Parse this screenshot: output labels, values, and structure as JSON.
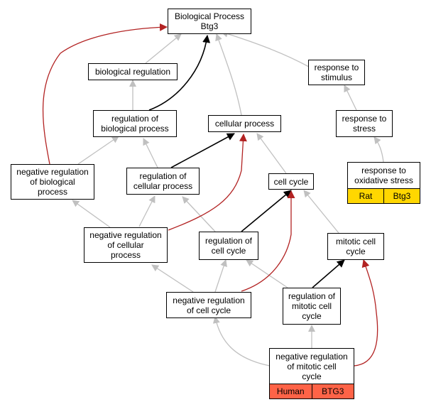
{
  "nodes": {
    "bp_btg3": "Biological Process\nBtg3",
    "bio_reg": "biological regulation",
    "resp_stim": "response to\nstimulus",
    "reg_bio": "regulation of\nbiological process",
    "cell_proc": "cellular process",
    "resp_stress": "response to\nstress",
    "neg_reg_bio": "negative regulation\nof biological\nprocess",
    "reg_cell_proc": "regulation of\ncellular process",
    "cell_cycle": "cell cycle",
    "resp_ox": "response to\noxidative stress",
    "neg_reg_cell_proc": "negative regulation\nof cellular\nprocess",
    "reg_cell_cycle": "regulation of\ncell cycle",
    "mitotic": "mitotic cell\ncycle",
    "neg_reg_cc": "negative regulation\nof cell cycle",
    "reg_mitotic": "regulation of\nmitotic cell\ncycle",
    "neg_reg_mitotic": "negative regulation\nof mitotic cell\ncycle"
  },
  "tags": {
    "resp_ox": {
      "species": "Rat",
      "gene": "Btg3"
    },
    "neg_reg_mitotic": {
      "species": "Human",
      "gene": "BTG3"
    }
  },
  "colors": {
    "gray_edge": "#c0c0c0",
    "black_edge": "#000000",
    "red_edge": "#b22222",
    "rat_tag": "#ffd700",
    "human_tag": "#ff6347"
  }
}
